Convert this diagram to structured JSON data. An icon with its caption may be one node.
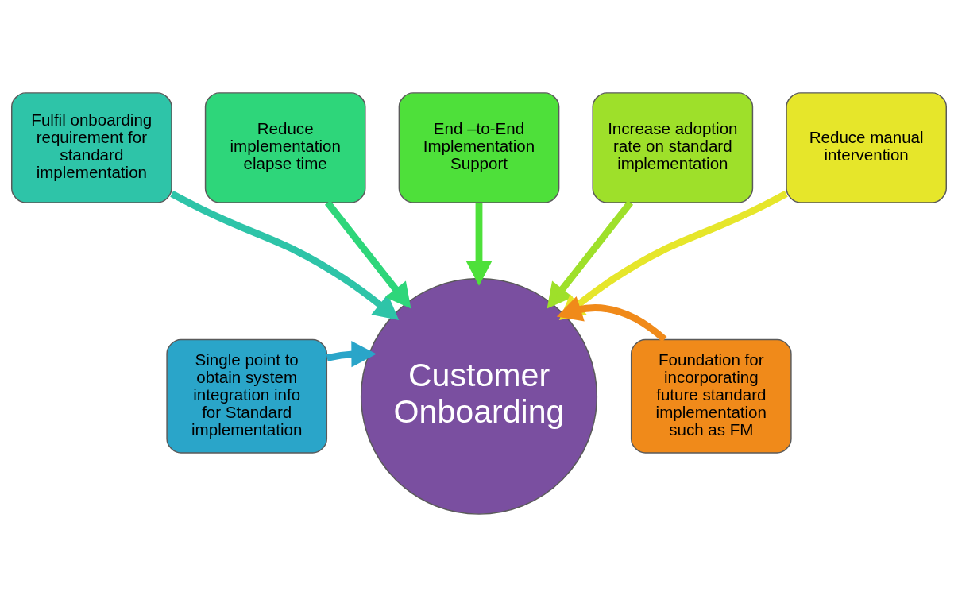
{
  "diagram": {
    "nodes": [
      {
        "text": [
          "Single point to obtain system integration info for Standard implementation"
        ]
      },
      {
        "text": [
          "Fulfil onboarding requirement for standard implementation"
        ]
      },
      {
        "text": [
          "Reduce implementation elapse time"
        ]
      },
      {
        "text": [
          "End –to-End Implementation Support"
        ]
      },
      {
        "text": [
          "Increase adoption rate on standard implementation"
        ]
      },
      {
        "text": [
          "Reduce manual intervention"
        ]
      },
      {
        "text": [
          "Foundation for incorporating future standard implementation such as FM"
        ]
      },
      {
        "text": [
          "Customer Onboarding"
        ]
      }
    ],
    "edges": [
      {
        "from": 0,
        "to": 7,
        "arrow": "to",
        "color": "#2aa5c9"
      },
      {
        "from": 1,
        "to": 7,
        "arrow": "to",
        "color": "#2ec4a8"
      },
      {
        "from": 2,
        "to": 7,
        "arrow": "to",
        "color": "#2ed67a"
      },
      {
        "from": 3,
        "to": 7,
        "arrow": "to",
        "color": "#4ee03a"
      },
      {
        "from": 4,
        "to": 7,
        "arrow": "to",
        "color": "#9ee02a"
      },
      {
        "from": 5,
        "to": 7,
        "arrow": "to",
        "color": "#e6e62a"
      },
      {
        "from": 6,
        "to": 7,
        "arrow": "to",
        "color": "#f08a1a"
      }
    ]
  }
}
